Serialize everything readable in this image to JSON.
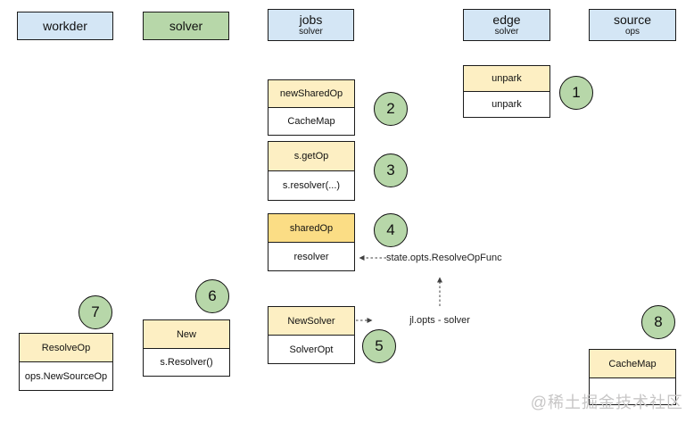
{
  "colors": {
    "blue": "#d4e6f5",
    "green": "#b7d7a9",
    "yellow": "#fdefc3",
    "yellow_emphasis": "#fbdd85",
    "border": "#1b1b1b",
    "arrow": "#404040",
    "watermark": "#c7c6c6"
  },
  "top_row": [
    {
      "id": "workder",
      "title": "workder",
      "subtitle": ""
    },
    {
      "id": "solver",
      "title": "solver",
      "subtitle": ""
    },
    {
      "id": "jobs",
      "title": "jobs",
      "subtitle": "solver"
    },
    {
      "id": "edge",
      "title": "edge",
      "subtitle": "solver"
    },
    {
      "id": "source",
      "title": "source",
      "subtitle": "ops"
    }
  ],
  "nodes": [
    {
      "id": "unpark",
      "header": "unpark",
      "body": "unpark",
      "step": "1"
    },
    {
      "id": "newSharedOp",
      "header": "newSharedOp",
      "body": "CacheMap",
      "step": "2"
    },
    {
      "id": "s.getOp",
      "header": "s.getOp",
      "body": "s.resolver(...)",
      "step": "3"
    },
    {
      "id": "sharedOp",
      "header": "sharedOp",
      "body": "resolver",
      "step": "4"
    },
    {
      "id": "NewSolver",
      "header": "NewSolver",
      "body": "SolverOpt",
      "step": "5"
    },
    {
      "id": "New",
      "header": "New",
      "body": "s.Resolver()",
      "step": "6"
    },
    {
      "id": "ResolveOp",
      "header": "ResolveOp",
      "body": "ops.NewSourceOp",
      "step": "7"
    },
    {
      "id": "CacheMap",
      "header": "CacheMap",
      "body": "",
      "step": "8"
    }
  ],
  "annotations": {
    "resolve_op_func": "state.opts.ResolveOpFunc",
    "jl_opts": "jl.opts - solver"
  },
  "watermark": "@稀土掘金技术社区"
}
